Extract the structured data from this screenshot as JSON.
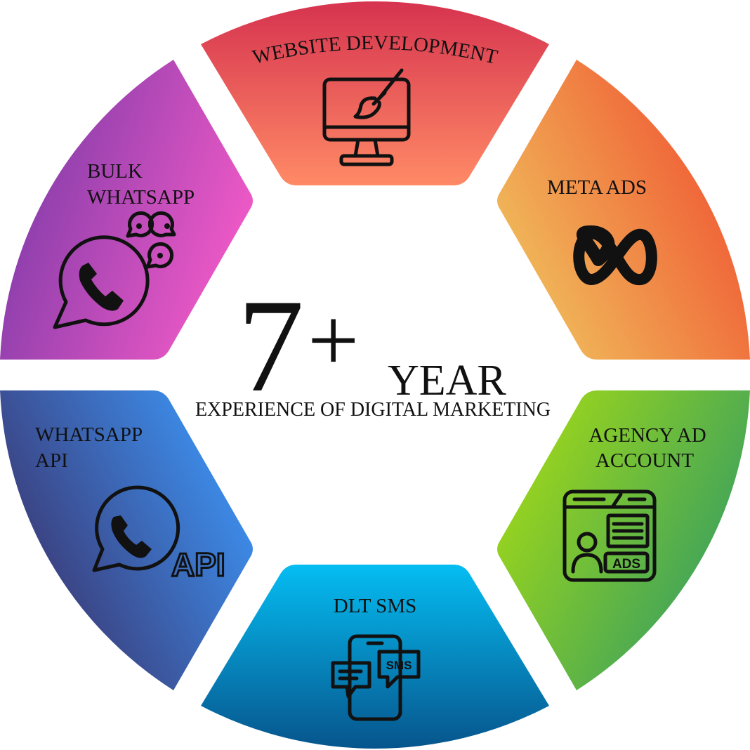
{
  "center": {
    "number": "7",
    "plus": "+",
    "unit": "YEAR",
    "subtitle": "EXPERIENCE OF DIGITAL MARKETING"
  },
  "segments": [
    {
      "id": "website",
      "label_lines": [
        "WEBSITE  DEVELOPMENT"
      ],
      "icon": "monitor-paintbrush-icon",
      "colors": [
        "#d63a56",
        "#ff8a66"
      ]
    },
    {
      "id": "meta",
      "label_lines": [
        "META ADS"
      ],
      "icon": "meta-infinity-icon",
      "colors": [
        "#f2534a",
        "#f0c05a"
      ]
    },
    {
      "id": "agency",
      "label_lines": [
        "AGENCY AD",
        "ACCOUNT"
      ],
      "icon": "ads-account-window-icon",
      "colors": [
        "#9bd41f",
        "#2f9d68"
      ]
    },
    {
      "id": "dlt",
      "label_lines": [
        "DLT SMS"
      ],
      "icon": "phone-sms-chat-icon",
      "colors": [
        "#06b8ee",
        "#075e93"
      ]
    },
    {
      "id": "wapi",
      "label_lines": [
        "WHATSAPP",
        "API"
      ],
      "icon": "whatsapp-api-icon",
      "colors": [
        "#3d95f5",
        "#3a2f6a"
      ]
    },
    {
      "id": "bulk",
      "label_lines": [
        "BULK",
        "WHATSAPP"
      ],
      "icon": "bulk-whatsapp-icon",
      "colors": [
        "#7c3aaa",
        "#f25ac6"
      ]
    }
  ],
  "api_badge": "API",
  "ads_badge": "ADS",
  "sms_badge": "SMS"
}
